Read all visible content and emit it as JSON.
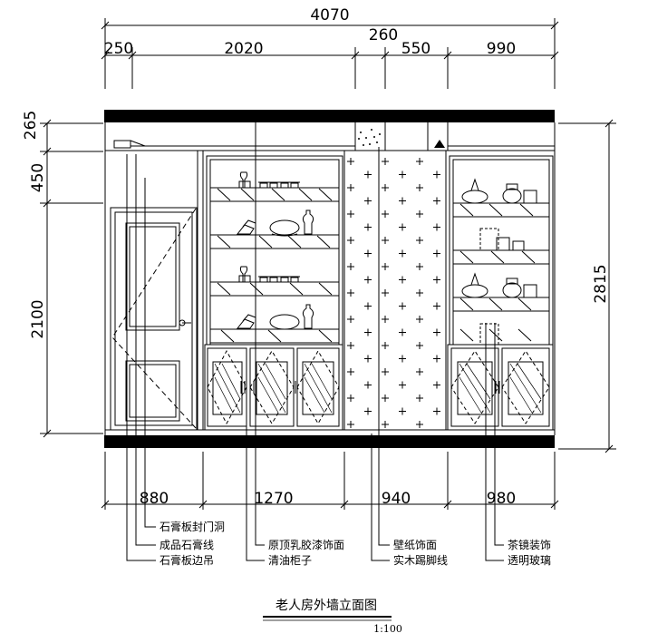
{
  "title": "老人房外墙立面图",
  "scale": "1:100",
  "dimensions": {
    "top_total": "4070",
    "top_segments": [
      "250",
      "2020",
      "260",
      "550",
      "990"
    ],
    "left": [
      "265",
      "450",
      "2100"
    ],
    "right": "2815",
    "bottom": [
      "880",
      "1270",
      "940",
      "980"
    ]
  },
  "annotations": {
    "gypsum_door_seal": "石膏板封门洞",
    "gypsum_line": "成品石膏线",
    "gypsum_ceiling_edge": "石膏板边吊",
    "latex_paint": "原顶乳胶漆饰面",
    "oil_cabinet": "清油柜子",
    "wallpaper": "壁纸饰面",
    "skirting": "实木踢脚线",
    "tea_mirror": "茶镜装饰",
    "clear_glass": "透明玻璃"
  }
}
